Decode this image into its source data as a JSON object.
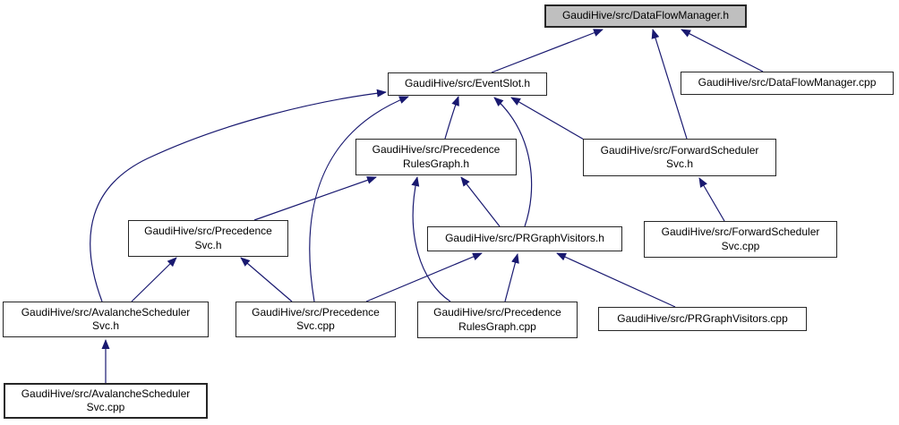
{
  "diagram": {
    "type": "include-dependency-graph",
    "colors": {
      "edge": "#191970",
      "node_border": "#262626",
      "node_fill": "#ffffff",
      "root_fill": "#bfbfbf",
      "background": "#ffffff",
      "text": "#000000"
    },
    "nodes": [
      {
        "id": "dataflowmanager-h",
        "label": "GaudiHive/src/DataFlowManager.h",
        "highlighted": true
      },
      {
        "id": "eventslot-h",
        "label": "GaudiHive/src/EventSlot.h",
        "highlighted": false
      },
      {
        "id": "dataflowmanager-cpp",
        "label": "GaudiHive/src/DataFlowManager.cpp",
        "highlighted": false
      },
      {
        "id": "precedencerulesgraph-h",
        "label": "GaudiHive/src/Precedence\nRulesGraph.h",
        "highlighted": false
      },
      {
        "id": "forwardschedulersvc-h",
        "label": "GaudiHive/src/ForwardScheduler\nSvc.h",
        "highlighted": false
      },
      {
        "id": "precedencesvc-h",
        "label": "GaudiHive/src/Precedence\nSvc.h",
        "highlighted": false
      },
      {
        "id": "prgraphvisitors-h",
        "label": "GaudiHive/src/PRGraphVisitors.h",
        "highlighted": false
      },
      {
        "id": "forwardschedulersvc-cpp",
        "label": "GaudiHive/src/ForwardScheduler\nSvc.cpp",
        "highlighted": false
      },
      {
        "id": "avalancheschedulersvc-h",
        "label": "GaudiHive/src/AvalancheScheduler\nSvc.h",
        "highlighted": false
      },
      {
        "id": "precedencesvc-cpp",
        "label": "GaudiHive/src/Precedence\nSvc.cpp",
        "highlighted": false
      },
      {
        "id": "precedencerulesgraph-cpp",
        "label": "GaudiHive/src/Precedence\nRulesGraph.cpp",
        "highlighted": false
      },
      {
        "id": "prgraphvisitors-cpp",
        "label": "GaudiHive/src/PRGraphVisitors.cpp",
        "highlighted": false
      },
      {
        "id": "avalancheschedulersvc-cpp",
        "label": "GaudiHive/src/AvalancheScheduler\nSvc.cpp",
        "highlighted": false
      }
    ],
    "edges": [
      {
        "from": "eventslot-h",
        "to": "dataflowmanager-h"
      },
      {
        "from": "forwardschedulersvc-h",
        "to": "dataflowmanager-h"
      },
      {
        "from": "dataflowmanager-cpp",
        "to": "dataflowmanager-h"
      },
      {
        "from": "precedencerulesgraph-h",
        "to": "eventslot-h"
      },
      {
        "from": "forwardschedulersvc-h",
        "to": "eventslot-h"
      },
      {
        "from": "prgraphvisitors-h",
        "to": "eventslot-h"
      },
      {
        "from": "precedencesvc-cpp",
        "to": "eventslot-h"
      },
      {
        "from": "avalancheschedulersvc-h",
        "to": "eventslot-h"
      },
      {
        "from": "precedencesvc-h",
        "to": "precedencerulesgraph-h"
      },
      {
        "from": "prgraphvisitors-h",
        "to": "precedencerulesgraph-h"
      },
      {
        "from": "precedencerulesgraph-cpp",
        "to": "precedencerulesgraph-h"
      },
      {
        "from": "forwardschedulersvc-cpp",
        "to": "forwardschedulersvc-h"
      },
      {
        "from": "avalancheschedulersvc-h",
        "to": "precedencesvc-h"
      },
      {
        "from": "precedencesvc-cpp",
        "to": "precedencesvc-h"
      },
      {
        "from": "precedencesvc-cpp",
        "to": "prgraphvisitors-h"
      },
      {
        "from": "precedencerulesgraph-cpp",
        "to": "prgraphvisitors-h"
      },
      {
        "from": "prgraphvisitors-cpp",
        "to": "prgraphvisitors-h"
      },
      {
        "from": "avalancheschedulersvc-cpp",
        "to": "avalancheschedulersvc-h"
      }
    ]
  }
}
